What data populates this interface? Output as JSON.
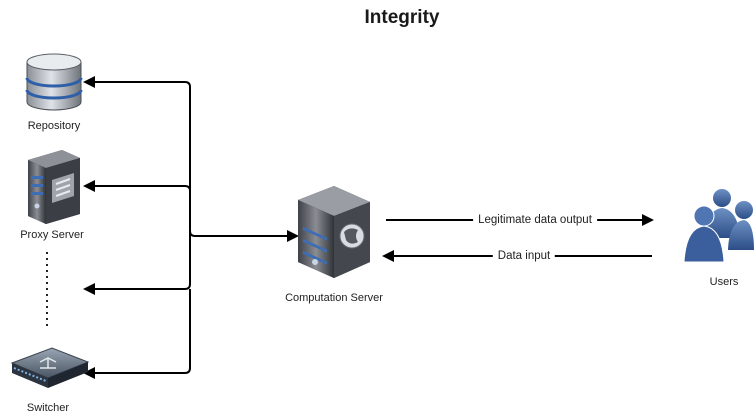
{
  "diagram": {
    "title": "Integrity",
    "nodes": {
      "repository": {
        "label": "Repository",
        "icon": "database-icon"
      },
      "proxy_server": {
        "label": "Proxy Server",
        "icon": "server-icon"
      },
      "switcher": {
        "label": "Switcher",
        "icon": "network-switch-icon"
      },
      "computation_server": {
        "label": "Computation Server",
        "icon": "server-globe-icon"
      },
      "users": {
        "label": "Users",
        "icon": "users-icon"
      }
    },
    "edges": {
      "output": "Legitimate data output",
      "input": "Data input"
    }
  }
}
